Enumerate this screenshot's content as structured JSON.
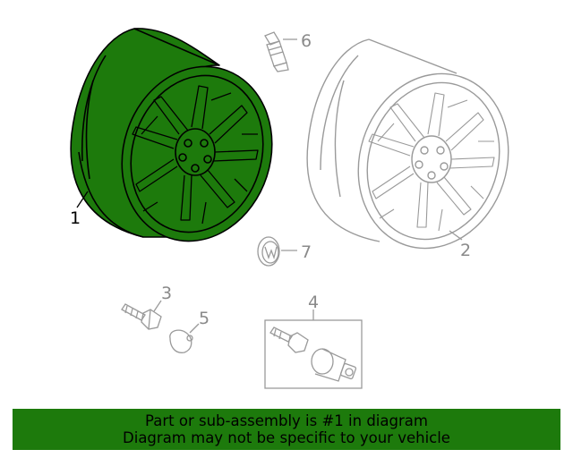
{
  "callouts": {
    "c1": "1",
    "c2": "2",
    "c3": "3",
    "c4": "4",
    "c5": "5",
    "c6": "6",
    "c7": "7"
  },
  "banner": {
    "line1": "Part or sub-assembly is #1 in diagram",
    "line2": "Diagram may not be specific to your vehicle"
  },
  "colors": {
    "highlight": "#1d7a0c",
    "outline": "#9a9a9a"
  }
}
